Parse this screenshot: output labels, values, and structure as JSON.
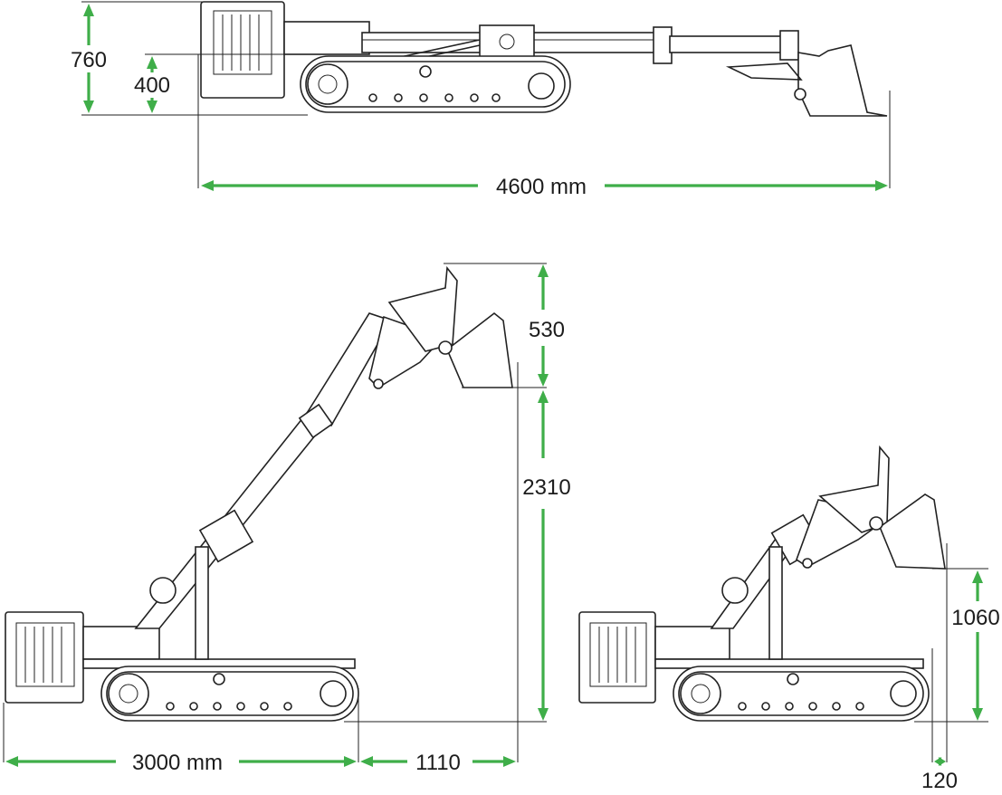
{
  "colors": {
    "dimension": "#3fae49",
    "outline": "#222222"
  },
  "top_view": {
    "height_overall": "760",
    "height_track": "400",
    "length_overall": "4600 mm"
  },
  "raised_view": {
    "track_length": "3000 mm",
    "reach_forward": "1110",
    "bucket_height": "530",
    "pivot_height": "2310"
  },
  "right_view": {
    "dump_height": "1060",
    "offset": "120"
  }
}
